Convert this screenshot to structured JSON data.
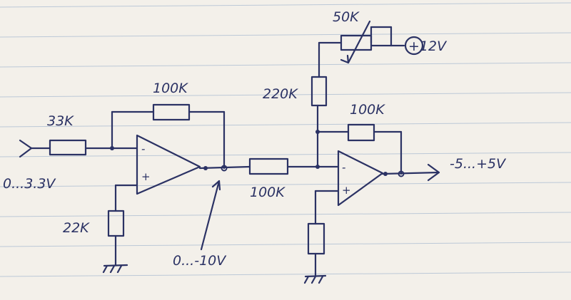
{
  "labels": {
    "r_input": "33K",
    "input_range": "0...3.3V",
    "r_feedback_1": "100K",
    "r_bias_1": "22K",
    "mid_range": "0...-10V",
    "r_series_2": "100K",
    "r_divider": "220K",
    "r_feedback_2": "100K",
    "pot": "50K",
    "supply": "+12V",
    "output_range": "-5...+5V",
    "opamp_inv": "-",
    "opamp_noninv": "+"
  },
  "colors": {
    "ink": "#2b3264",
    "paper": "#f3f0ea",
    "ruling": "#8fa8c8"
  }
}
